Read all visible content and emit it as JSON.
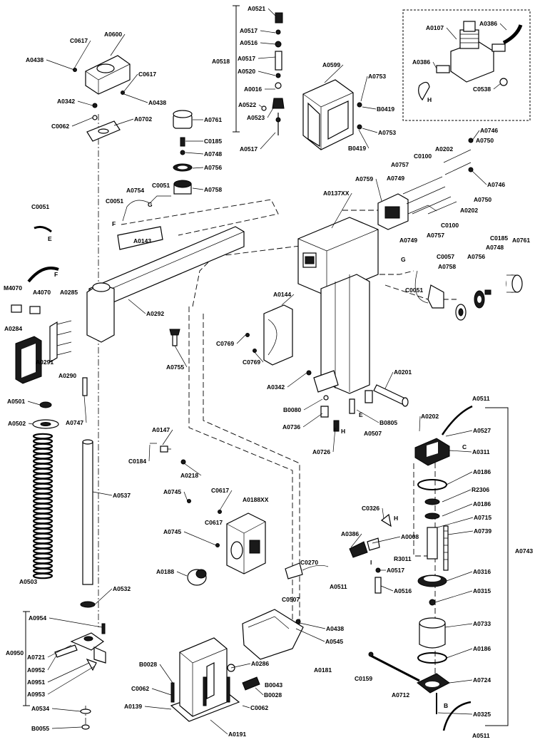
{
  "labels": {
    "A0521": "A0521",
    "A0517": "A0517",
    "A0516": "A0516",
    "A0518": "A0518",
    "A0520": "A0520",
    "A0016": "A0016",
    "A0522": "A0522",
    "A0523": "A0523",
    "A0599": "A0599",
    "A0753": "A0753",
    "B0419": "B0419",
    "A0107": "A0107",
    "A0386": "A0386",
    "C0538": "C0538",
    "H": "H",
    "A0600": "A0600",
    "C0617": "C0617",
    "A0438": "A0438",
    "A0342": "A0342",
    "C0062": "C0062",
    "A0702": "A0702",
    "A0761": "A0761",
    "C0185": "C0185",
    "A0748": "A0748",
    "A0756": "A0756",
    "A0758": "A0758",
    "C0051": "C0051",
    "A0754": "A0754",
    "F": "F",
    "G": "G",
    "E": "E",
    "A0143": "A0143",
    "A0746": "A0746",
    "A0750": "A0750",
    "A0202": "A0202",
    "C0100": "C0100",
    "A0757": "A0757",
    "A0749": "A0749",
    "A0759": "A0759",
    "A0137XX": "A0137XX",
    "M4070": "M4070",
    "A4070": "A4070",
    "A0285": "A0285",
    "A0284": "A0284",
    "A0291": "A0291",
    "A0290": "A0290",
    "A0292": "A0292",
    "A0144": "A0144",
    "C0769": "C0769",
    "A0755": "A0755",
    "C0057": "C0057",
    "A0201": "A0201",
    "B0080": "B0080",
    "A0736": "A0736",
    "A0726": "A0726",
    "A0507": "A0507",
    "B0805": "B0805",
    "A0501": "A0501",
    "A0502": "A0502",
    "A0747": "A0747",
    "A0503": "A0503",
    "A0537": "A0537",
    "A0532": "A0532",
    "A0147": "A0147",
    "C0184": "C0184",
    "A0218": "A0218",
    "A0745": "A0745",
    "A0188XX": "A0188XX",
    "A0188": "A0188",
    "C0326": "C0326",
    "A0008": "A0008",
    "R3011": "R3011",
    "I": "I",
    "A0270": "C0270",
    "C0507": "C0507",
    "A0511": "A0511",
    "A0527": "A0527",
    "A0311": "A0311",
    "A0186": "A0186",
    "R2306": "R2306",
    "A0715": "A0715",
    "A0739": "A0739",
    "A0743": "A0743",
    "A0316": "A0316",
    "A0315": "A0315",
    "A0733": "A0733",
    "A0724": "A0724",
    "A0325": "A0325",
    "A0712": "A0712",
    "C0159": "C0159",
    "A0954": "A0954",
    "A0950": "A0950",
    "A0721": "A0721",
    "A0952": "A0952",
    "A0951": "A0951",
    "A0953": "A0953",
    "A0534": "A0534",
    "B0055": "B0055",
    "A0545": "A0545",
    "A0286": "A0286",
    "A0181": "A0181",
    "B0028": "B0028",
    "B0043": "B0043",
    "A0139": "A0139",
    "A0191": "A0191"
  }
}
